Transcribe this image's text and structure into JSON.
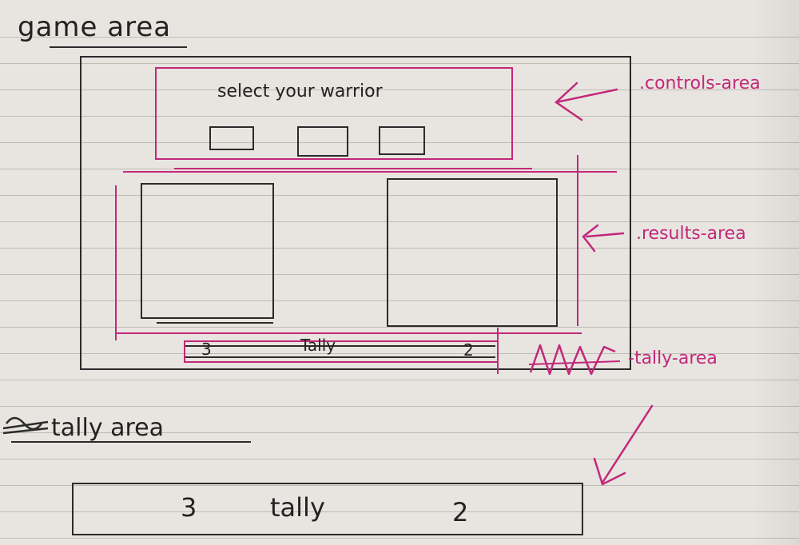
{
  "labels": {
    "game_area": "game area",
    "select_warrior": "select your warrior",
    "tally_mini": "Tally",
    "tally_mini_left": "3",
    "tally_mini_right": "2",
    "controls_area": ".controls-area",
    "results_area": ".results-area",
    "tally_area_label": "-tally-area",
    "tally_area_heading": "tally area",
    "tally_big": "tally",
    "tally_big_left": "3",
    "tally_big_right": "2"
  },
  "colors": {
    "ink": "#2b2b2b",
    "pink": "#c2287a",
    "paper": "#e8e5e0"
  }
}
